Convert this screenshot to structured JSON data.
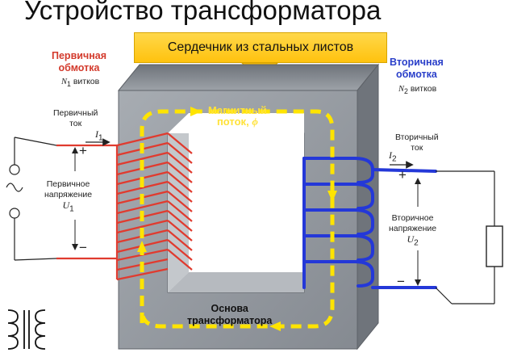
{
  "title": "Устройство трансформатора",
  "banner": "Сердечник из стальных листов",
  "primary": {
    "heading_1": "Первичная",
    "heading_2": "обмотка",
    "turns_symbol": "N",
    "turns_sub": "1",
    "turns_word": "витков",
    "current_1": "Первичный",
    "current_2": "ток",
    "current_symbol": "I",
    "current_sub": "1",
    "voltage_1": "Первичное",
    "voltage_2": "напряжение",
    "voltage_symbol": "U",
    "voltage_sub": "1",
    "plus": "+",
    "minus": "−"
  },
  "secondary": {
    "heading_1": "Вторичная",
    "heading_2": "обмотка",
    "turns_symbol": "N",
    "turns_sub": "2",
    "turns_word": "витков",
    "current_1": "Вторичный",
    "current_2": "ток",
    "current_symbol": "I",
    "current_sub": "2",
    "voltage_1": "Вторичное",
    "voltage_2": "напряжение",
    "voltage_symbol": "U",
    "voltage_sub": "2",
    "plus": "+",
    "minus": "−"
  },
  "flux": {
    "line_1": "Магнитный",
    "line_2": "поток,",
    "symbol": "ϕ"
  },
  "base": {
    "line_1": "Основа",
    "line_2": "трансформатора"
  },
  "colors": {
    "core": "#8d9299",
    "primary_winding": "#e03b2f",
    "secondary_winding": "#2438d8",
    "flux": "#ffe400",
    "banner": "#ffc20e"
  }
}
